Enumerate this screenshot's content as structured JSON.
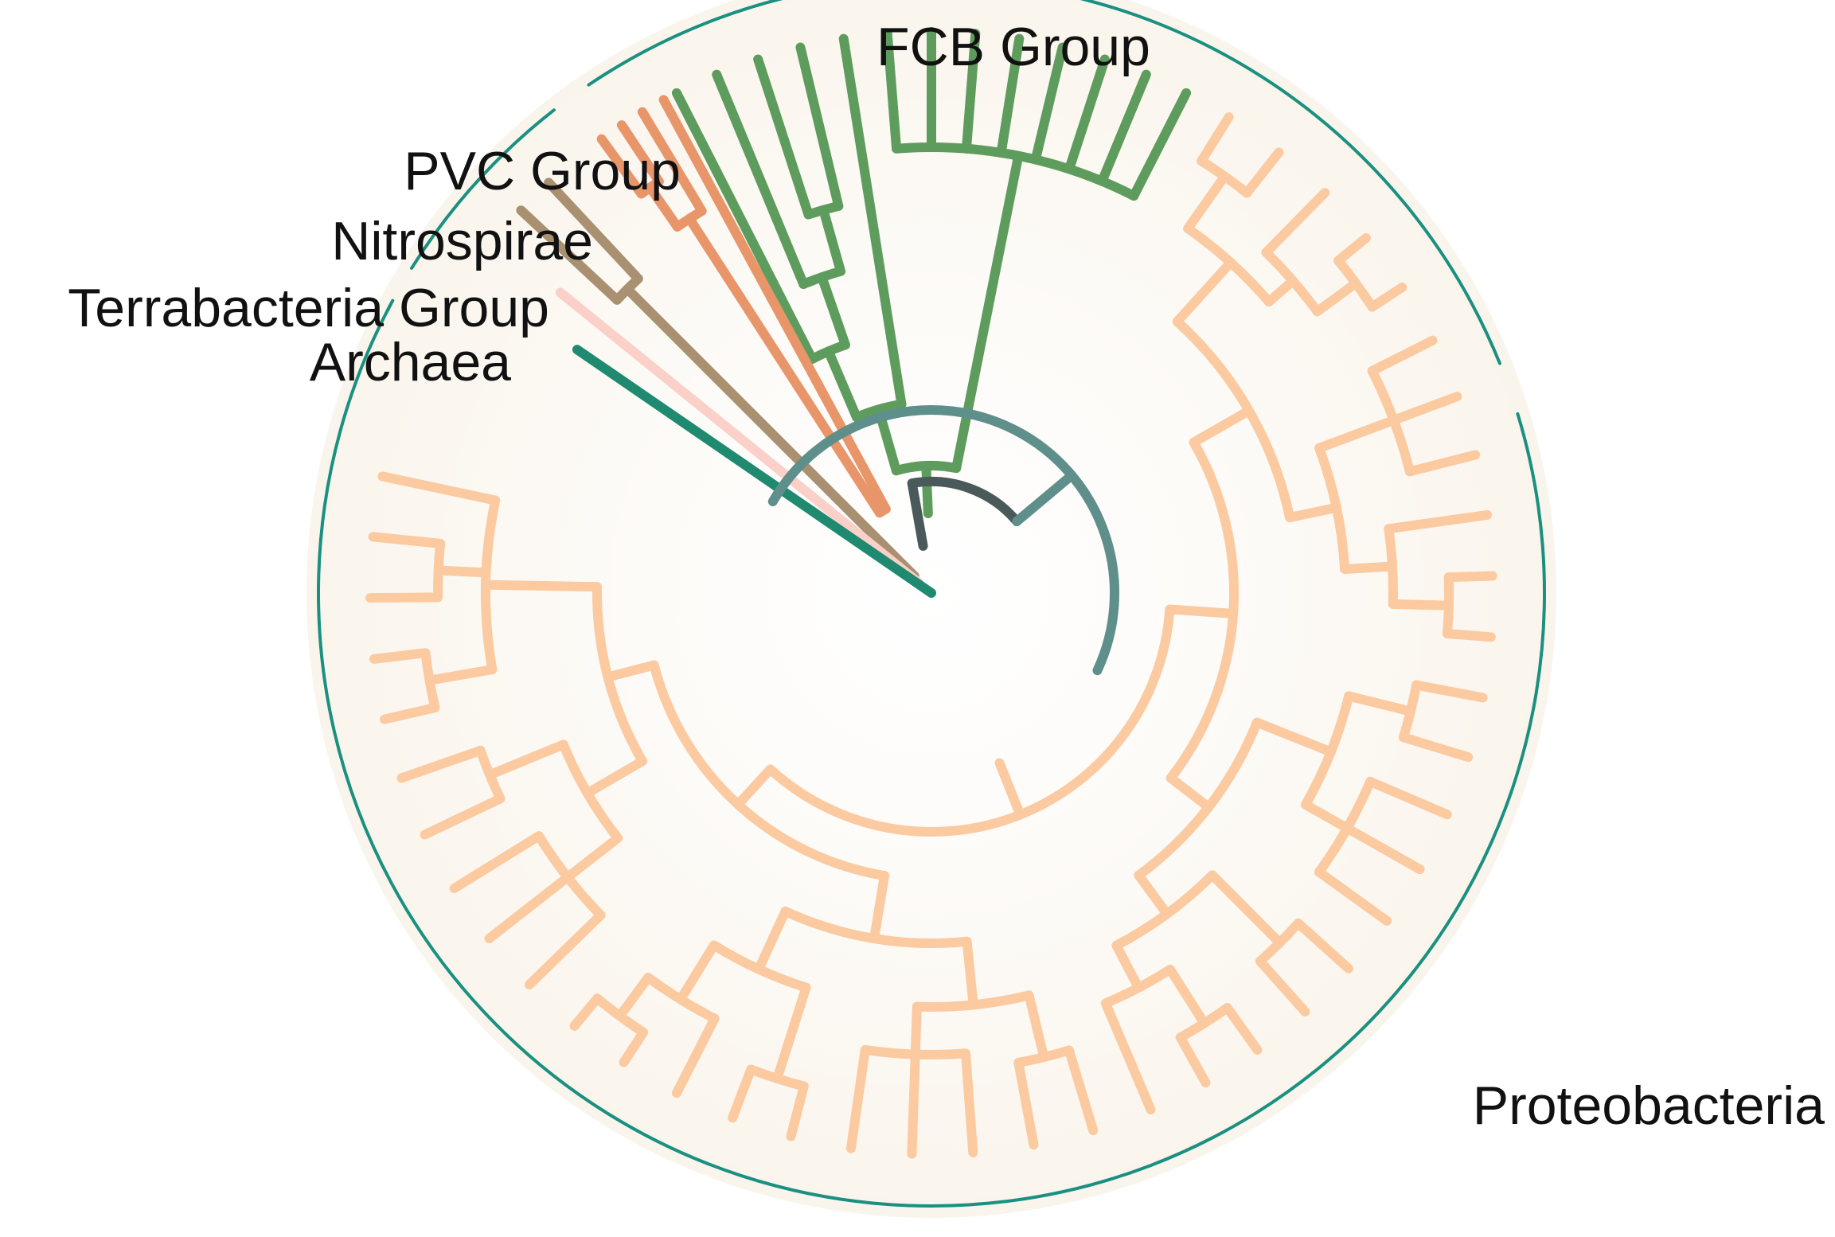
{
  "figure": {
    "clades": [
      {
        "key": "fcb",
        "label": "FCB Group",
        "color": "#5e9c5e"
      },
      {
        "key": "pvc",
        "label": "PVC Group",
        "color": "#e8956a"
      },
      {
        "key": "nitrospirae",
        "label": "Nitrospirae",
        "color": "#e8956a"
      },
      {
        "key": "terrabacteria",
        "label": "Terrabacteria Group",
        "color": "#a89070"
      },
      {
        "key": "archaea",
        "label": "Archaea",
        "color": "#1f8a70"
      },
      {
        "key": "proteobacteria",
        "label": "Proteobacteria",
        "color": "#fccaa0"
      }
    ],
    "colors": {
      "ring": "#1a9080",
      "background_disc": "#fcf7f0",
      "root_arcs": "#5f8f8a",
      "inner_arc": "#4a5a5a",
      "archaea_pink": "#fbd0c8"
    }
  }
}
